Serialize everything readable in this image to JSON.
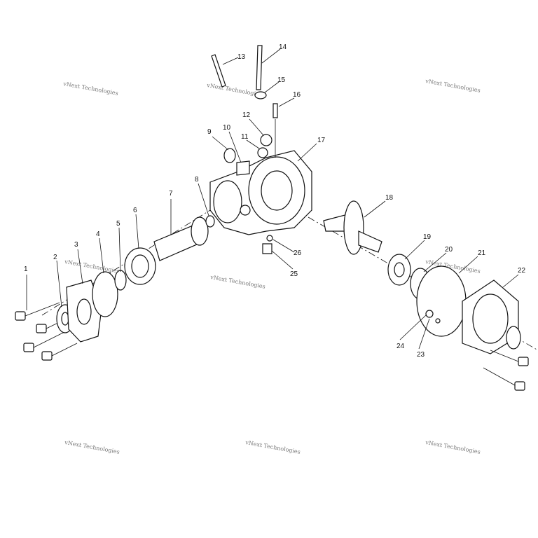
{
  "watermark": "vNext Technologies",
  "callouts": [
    "1",
    "2",
    "3",
    "4",
    "5",
    "6",
    "7",
    "8",
    "9",
    "10",
    "11",
    "12",
    "13",
    "14",
    "15",
    "16",
    "17",
    "18",
    "19",
    "20",
    "21",
    "22",
    "23",
    "24",
    "25",
    "26"
  ]
}
